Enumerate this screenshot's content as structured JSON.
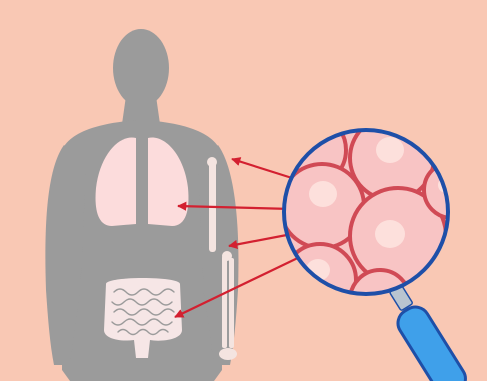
{
  "colors": {
    "background": "#f9c8b4",
    "body_silhouette": "#9b9b9b",
    "organ_fill": "#fcdcdc",
    "intestine_fill": "#f6e6e6",
    "bone_fill": "#f4e4e0",
    "arrow": "#d32030",
    "cell_fill": "#f8c4c4",
    "cell_wall": "#d04a55",
    "cell_nucleus": "#fde0dc",
    "lens_rim": "#1e4fa8",
    "handle_fill": "#3fa0ea",
    "handle_outline": "#1e4fa8",
    "collar": "#b9c4d0"
  },
  "icons": [
    "human-body-icon",
    "lungs-icon",
    "intestines-icon",
    "arm-bone-icon",
    "magnifying-glass-icon",
    "cell-icon",
    "arrow-icon"
  ],
  "organ_pointers": [
    "arm-bone-upper",
    "lungs",
    "arm-bone-elbow",
    "intestines"
  ]
}
